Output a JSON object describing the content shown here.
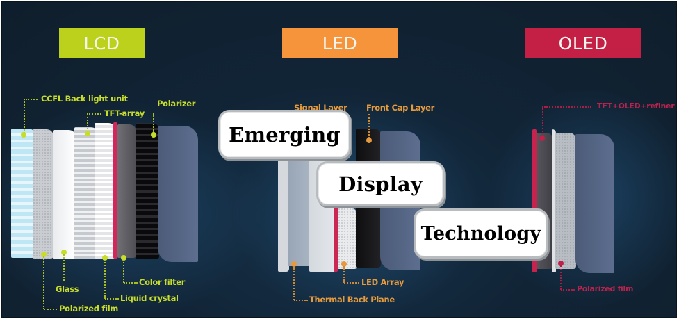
{
  "title_words": [
    "Emerging",
    "Display",
    "Technology"
  ],
  "sections": {
    "lcd": {
      "label": "LCD",
      "color": "#bcd11c",
      "callouts": {
        "top": [
          "CCFL Back light unit",
          "TFT-array",
          "Polarizer"
        ],
        "bottom": [
          "Glass",
          "Polarized film",
          "Liquid crystal",
          "Color filter"
        ]
      }
    },
    "led": {
      "label": "LED",
      "color": "#f5943a",
      "callouts": {
        "top": [
          "Signal Layer",
          "Front Cap Layer"
        ],
        "bottom": [
          "LED Array",
          "Thermal Back Plane"
        ]
      }
    },
    "oled": {
      "label": "OLED",
      "color": "#c41f45",
      "callouts": {
        "top": [
          "TFT+OLED+refiner"
        ],
        "bottom": [
          "Polarized film"
        ]
      }
    }
  },
  "colors": {
    "background": "#112436",
    "bubble_fill": "#ffffff",
    "bubble_border": "#b9bcbf",
    "text_dark": "#000000"
  }
}
